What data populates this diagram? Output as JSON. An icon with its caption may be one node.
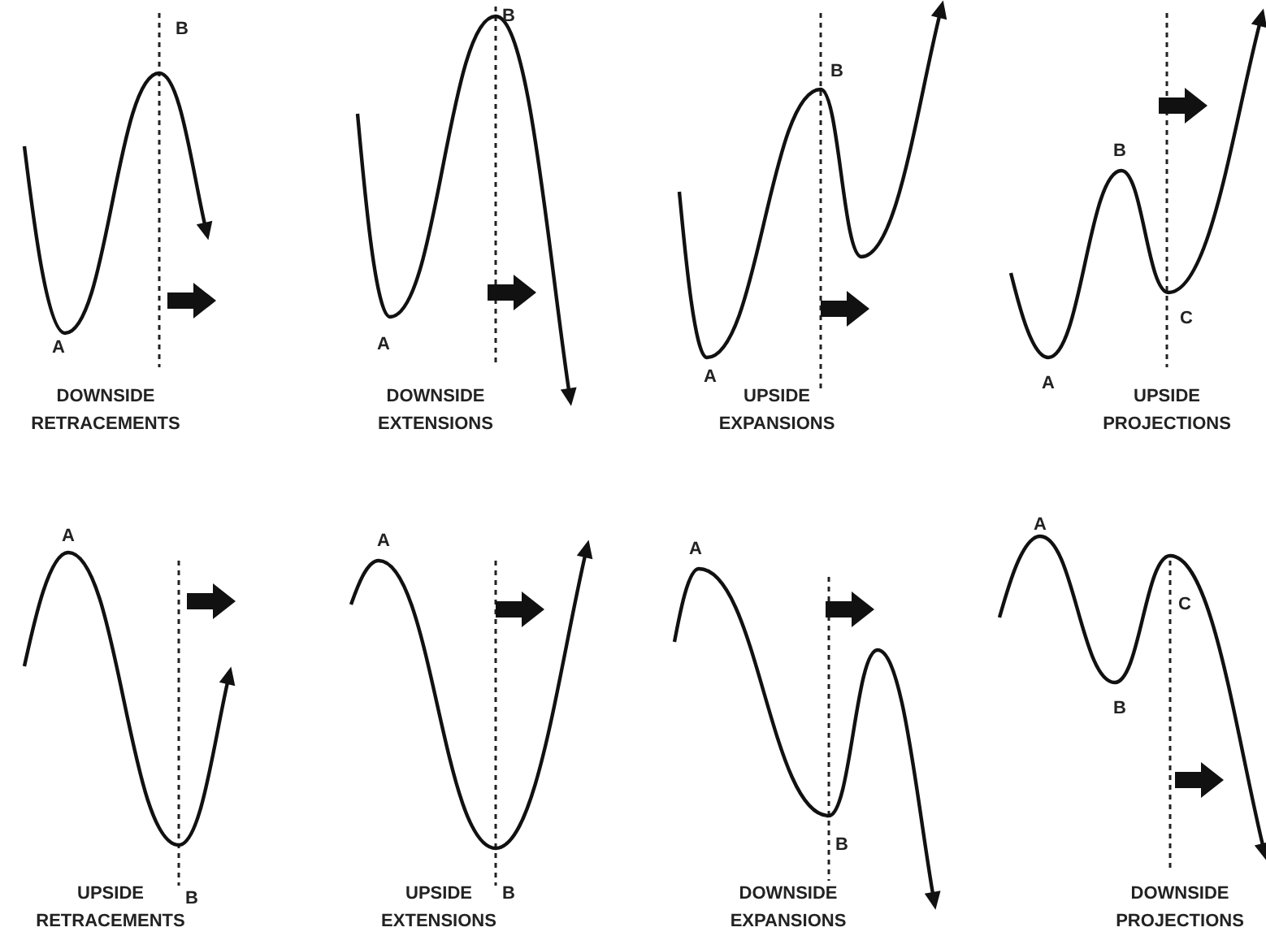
{
  "diagram": {
    "labels": [
      "B",
      "A",
      "DOWNSIDE RETRACEMENTS",
      "B",
      "A",
      "DOWNSIDE EXTENSIONS",
      "B",
      "A",
      "UPSIDE EXPANSIONS",
      "B",
      "C",
      "A",
      "UPSIDE PROJECTIONS",
      "A",
      "B",
      "UPSIDE RETRACEMENTS",
      "A",
      "B",
      "UPSIDE EXTENSIONS",
      "A",
      "B",
      "DOWNSIDE EXPANSIONS",
      "A",
      "C",
      "B",
      "DOWNSIDE PROJECTIONS"
    ]
  }
}
